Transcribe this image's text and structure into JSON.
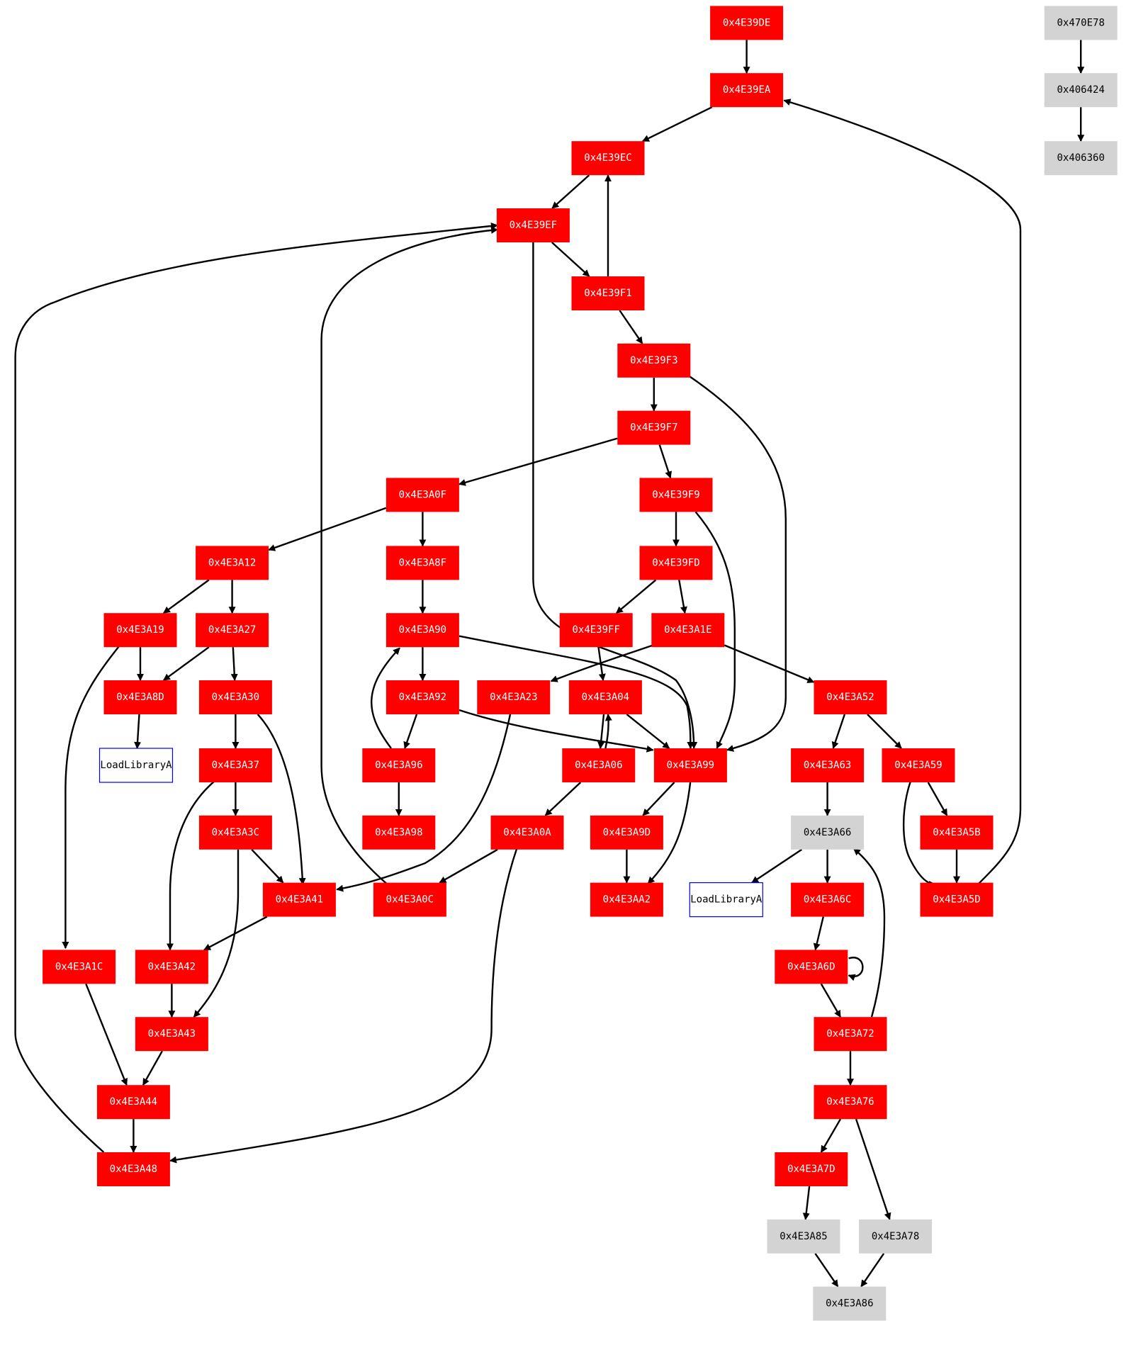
{
  "colors": {
    "block": "#ff0000",
    "block_text": "#ffffff",
    "external": "#d3d3d3",
    "external_text": "#000000",
    "api": "#ffffff",
    "api_border": "#0000ff",
    "api_text": "#000000",
    "edge": "#000000"
  },
  "nodes": [
    {
      "id": "n39DE",
      "label": "0x4E39DE",
      "kind": "block"
    },
    {
      "id": "n39EA",
      "label": "0x4E39EA",
      "kind": "block"
    },
    {
      "id": "n39EC",
      "label": "0x4E39EC",
      "kind": "block"
    },
    {
      "id": "n39EF",
      "label": "0x4E39EF",
      "kind": "block"
    },
    {
      "id": "n39F1",
      "label": "0x4E39F1",
      "kind": "block"
    },
    {
      "id": "n39F3",
      "label": "0x4E39F3",
      "kind": "block"
    },
    {
      "id": "n39F7",
      "label": "0x4E39F7",
      "kind": "block"
    },
    {
      "id": "n3A0F",
      "label": "0x4E3A0F",
      "kind": "block"
    },
    {
      "id": "n39F9",
      "label": "0x4E39F9",
      "kind": "block"
    },
    {
      "id": "n3A12",
      "label": "0x4E3A12",
      "kind": "block"
    },
    {
      "id": "n3A8F",
      "label": "0x4E3A8F",
      "kind": "block"
    },
    {
      "id": "n39FD",
      "label": "0x4E39FD",
      "kind": "block"
    },
    {
      "id": "n3A19",
      "label": "0x4E3A19",
      "kind": "block"
    },
    {
      "id": "n3A27",
      "label": "0x4E3A27",
      "kind": "block"
    },
    {
      "id": "n3A90",
      "label": "0x4E3A90",
      "kind": "block"
    },
    {
      "id": "n39FF",
      "label": "0x4E39FF",
      "kind": "block"
    },
    {
      "id": "n3A1E",
      "label": "0x4E3A1E",
      "kind": "block"
    },
    {
      "id": "n3A8D",
      "label": "0x4E3A8D",
      "kind": "block"
    },
    {
      "id": "n3A30",
      "label": "0x4E3A30",
      "kind": "block"
    },
    {
      "id": "n3A92",
      "label": "0x4E3A92",
      "kind": "block"
    },
    {
      "id": "n3A23",
      "label": "0x4E3A23",
      "kind": "block"
    },
    {
      "id": "n3A04",
      "label": "0x4E3A04",
      "kind": "block"
    },
    {
      "id": "n3A52",
      "label": "0x4E3A52",
      "kind": "block"
    },
    {
      "id": "api1",
      "label": "LoadLibraryA",
      "kind": "api"
    },
    {
      "id": "n3A37",
      "label": "0x4E3A37",
      "kind": "block"
    },
    {
      "id": "n3A96",
      "label": "0x4E3A96",
      "kind": "block"
    },
    {
      "id": "n3A06",
      "label": "0x4E3A06",
      "kind": "block"
    },
    {
      "id": "n3A99",
      "label": "0x4E3A99",
      "kind": "block"
    },
    {
      "id": "n3A63",
      "label": "0x4E3A63",
      "kind": "block"
    },
    {
      "id": "n3A59",
      "label": "0x4E3A59",
      "kind": "block"
    },
    {
      "id": "n3A3C",
      "label": "0x4E3A3C",
      "kind": "block"
    },
    {
      "id": "n3A98",
      "label": "0x4E3A98",
      "kind": "block"
    },
    {
      "id": "n3A0A",
      "label": "0x4E3A0A",
      "kind": "block"
    },
    {
      "id": "n3A9D",
      "label": "0x4E3A9D",
      "kind": "block"
    },
    {
      "id": "n3A66",
      "label": "0x4E3A66",
      "kind": "external"
    },
    {
      "id": "n3A5B",
      "label": "0x4E3A5B",
      "kind": "block"
    },
    {
      "id": "n3A41",
      "label": "0x4E3A41",
      "kind": "block"
    },
    {
      "id": "n3A0C",
      "label": "0x4E3A0C",
      "kind": "block"
    },
    {
      "id": "n3AA2",
      "label": "0x4E3AA2",
      "kind": "block"
    },
    {
      "id": "api2",
      "label": "LoadLibraryA",
      "kind": "api"
    },
    {
      "id": "n3A6C",
      "label": "0x4E3A6C",
      "kind": "block"
    },
    {
      "id": "n3A5D",
      "label": "0x4E3A5D",
      "kind": "block"
    },
    {
      "id": "n3A1C",
      "label": "0x4E3A1C",
      "kind": "block"
    },
    {
      "id": "n3A42",
      "label": "0x4E3A42",
      "kind": "block"
    },
    {
      "id": "n3A6D",
      "label": "0x4E3A6D",
      "kind": "block"
    },
    {
      "id": "n3A43",
      "label": "0x4E3A43",
      "kind": "block"
    },
    {
      "id": "n3A72",
      "label": "0x4E3A72",
      "kind": "block"
    },
    {
      "id": "n3A44",
      "label": "0x4E3A44",
      "kind": "block"
    },
    {
      "id": "n3A76",
      "label": "0x4E3A76",
      "kind": "block"
    },
    {
      "id": "n3A48",
      "label": "0x4E3A48",
      "kind": "block"
    },
    {
      "id": "n3A7D",
      "label": "0x4E3A7D",
      "kind": "block"
    },
    {
      "id": "n3A85",
      "label": "0x4E3A85",
      "kind": "external"
    },
    {
      "id": "n3A78",
      "label": "0x4E3A78",
      "kind": "external"
    },
    {
      "id": "n3A86",
      "label": "0x4E3A86",
      "kind": "external"
    },
    {
      "id": "n0E78",
      "label": "0x470E78",
      "kind": "external"
    },
    {
      "id": "n6424",
      "label": "0x406424",
      "kind": "external"
    },
    {
      "id": "n6360",
      "label": "0x406360",
      "kind": "external"
    }
  ],
  "edges": [
    {
      "from": "n39DE",
      "to": "n39EA"
    },
    {
      "from": "n39EA",
      "to": "n39EC"
    },
    {
      "from": "n39EC",
      "to": "n39EF"
    },
    {
      "from": "n39EF",
      "to": "n39F1"
    },
    {
      "from": "n39F1",
      "to": "n39EC"
    },
    {
      "from": "n39F1",
      "to": "n39F3"
    },
    {
      "from": "n39F3",
      "to": "n39F7"
    },
    {
      "from": "n39F3",
      "to": "n3A99"
    },
    {
      "from": "n39F7",
      "to": "n3A0F"
    },
    {
      "from": "n39F7",
      "to": "n39F9"
    },
    {
      "from": "n39EF",
      "to": "n3A99"
    },
    {
      "from": "n3A0F",
      "to": "n3A12"
    },
    {
      "from": "n3A0F",
      "to": "n3A8F"
    },
    {
      "from": "n39F9",
      "to": "n39FD"
    },
    {
      "from": "n39F9",
      "to": "n3A99"
    },
    {
      "from": "n3A12",
      "to": "n3A19"
    },
    {
      "from": "n3A12",
      "to": "n3A27"
    },
    {
      "from": "n3A8F",
      "to": "n3A90"
    },
    {
      "from": "n39FD",
      "to": "n39FF"
    },
    {
      "from": "n39FD",
      "to": "n3A1E"
    },
    {
      "from": "n3A19",
      "to": "n3A8D"
    },
    {
      "from": "n3A19",
      "to": "n3A1C"
    },
    {
      "from": "n3A27",
      "to": "n3A8D"
    },
    {
      "from": "n3A27",
      "to": "n3A30"
    },
    {
      "from": "n3A90",
      "to": "n3A92"
    },
    {
      "from": "n3A90",
      "to": "n3A99"
    },
    {
      "from": "n39FF",
      "to": "n3A04"
    },
    {
      "from": "n3A1E",
      "to": "n3A23"
    },
    {
      "from": "n3A1E",
      "to": "n3A52"
    },
    {
      "from": "n3A8D",
      "to": "api1"
    },
    {
      "from": "n3A30",
      "to": "n3A37"
    },
    {
      "from": "n3A30",
      "to": "n3A41"
    },
    {
      "from": "n3A92",
      "to": "n3A96"
    },
    {
      "from": "n3A92",
      "to": "n3A99"
    },
    {
      "from": "n3A23",
      "to": "n3A41"
    },
    {
      "from": "n3A04",
      "to": "n3A06"
    },
    {
      "from": "n3A04",
      "to": "n3A99"
    },
    {
      "from": "n3A06",
      "to": "n3A04"
    },
    {
      "from": "n3A52",
      "to": "n3A63"
    },
    {
      "from": "n3A52",
      "to": "n3A59"
    },
    {
      "from": "n3A37",
      "to": "n3A3C"
    },
    {
      "from": "n3A37",
      "to": "n3A42"
    },
    {
      "from": "n3A96",
      "to": "n3A98"
    },
    {
      "from": "n3A96",
      "to": "n3A90"
    },
    {
      "from": "n3A06",
      "to": "n3A0A"
    },
    {
      "from": "n3A99",
      "to": "n3A9D"
    },
    {
      "from": "n3A99",
      "to": "n3AA2"
    },
    {
      "from": "n3A63",
      "to": "n3A66"
    },
    {
      "from": "n3A59",
      "to": "n3A5B"
    },
    {
      "from": "n3A59",
      "to": "n3A5D"
    },
    {
      "from": "n3A3C",
      "to": "n3A41"
    },
    {
      "from": "n3A3C",
      "to": "n3A43"
    },
    {
      "from": "n3A0A",
      "to": "n3A0C"
    },
    {
      "from": "n3A0A",
      "to": "n3A48"
    },
    {
      "from": "n3A0C",
      "to": "n39EF"
    },
    {
      "from": "n3A9D",
      "to": "n3AA2"
    },
    {
      "from": "n3A66",
      "to": "api2"
    },
    {
      "from": "n3A66",
      "to": "n3A6C"
    },
    {
      "from": "n3A5B",
      "to": "n3A5D"
    },
    {
      "from": "n3A5D",
      "to": "n39EA"
    },
    {
      "from": "n3A41",
      "to": "n3A42"
    },
    {
      "from": "n3A6C",
      "to": "n3A6D"
    },
    {
      "from": "n3A1C",
      "to": "n3A44"
    },
    {
      "from": "n3A42",
      "to": "n3A43"
    },
    {
      "from": "n3A6D",
      "to": "n3A6D"
    },
    {
      "from": "n3A6D",
      "to": "n3A72"
    },
    {
      "from": "n3A43",
      "to": "n3A44"
    },
    {
      "from": "n3A72",
      "to": "n3A76"
    },
    {
      "from": "n3A72",
      "to": "n3A66"
    },
    {
      "from": "n3A44",
      "to": "n3A48"
    },
    {
      "from": "n3A48",
      "to": "n39EF"
    },
    {
      "from": "n3A76",
      "to": "n3A7D"
    },
    {
      "from": "n3A76",
      "to": "n3A78"
    },
    {
      "from": "n3A7D",
      "to": "n3A85"
    },
    {
      "from": "n3A85",
      "to": "n3A86"
    },
    {
      "from": "n3A78",
      "to": "n3A86"
    },
    {
      "from": "n0E78",
      "to": "n6424"
    },
    {
      "from": "n6424",
      "to": "n6360"
    }
  ]
}
